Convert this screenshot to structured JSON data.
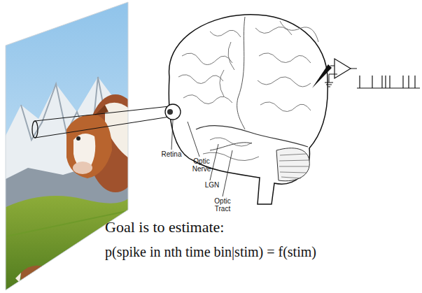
{
  "diagram": {
    "labels": [
      "Retina",
      "Optic Nerve",
      "LGN",
      "Optic Tract",
      "Goal is to estimate:",
      "p(spike in nth time bin|stim) = f(stim)"
    ]
  }
}
